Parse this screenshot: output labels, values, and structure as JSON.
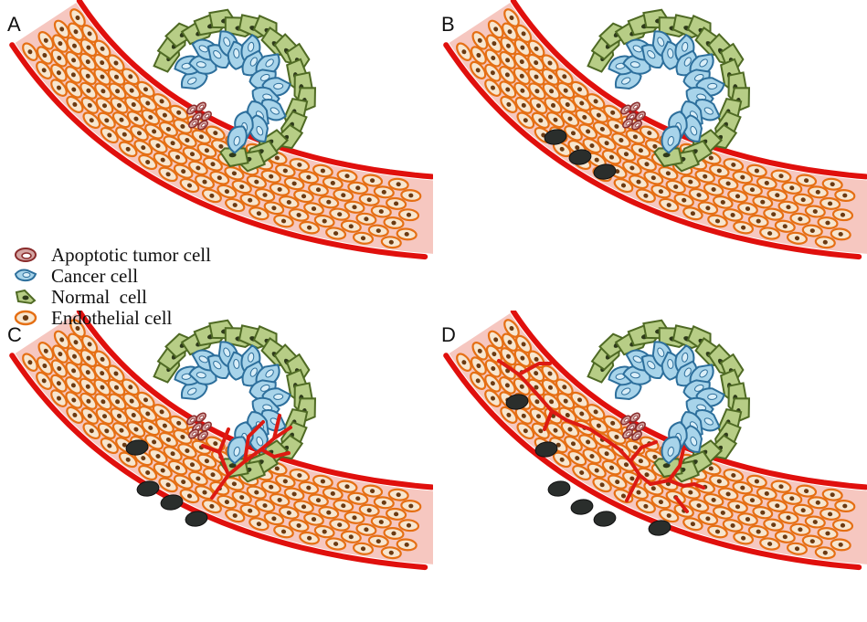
{
  "panels": [
    {
      "id": "a",
      "label": "A",
      "activated_cells": [],
      "sprouts": []
    },
    {
      "id": "b",
      "label": "B",
      "activated_cells": [
        [
          608,
          150,
          -10
        ],
        [
          635,
          172,
          -10
        ],
        [
          662,
          188,
          -10
        ]
      ],
      "sprouts": []
    },
    {
      "id": "c",
      "label": "C",
      "activated_cells": [
        [
          150,
          490,
          -10
        ],
        [
          162,
          535,
          -10
        ],
        [
          188,
          550,
          -10
        ],
        [
          215,
          568,
          -10
        ]
      ],
      "sprouts": [
        "M 232 545 L 250 520 L 268 505 L 286 492 L 300 480 L 318 468",
        "M 250 520 L 240 495 L 250 470",
        "M 268 505 L 272 478 L 288 462",
        "M 286 492 L 300 500 L 316 496",
        "M 240 495 L 222 488",
        "M 300 480 L 306 455"
      ]
    },
    {
      "id": "d",
      "label": "D",
      "activated_cells": [
        [
          566,
          440,
          -10
        ],
        [
          598,
          492,
          -10
        ],
        [
          612,
          535,
          -10
        ],
        [
          637,
          555,
          -10
        ],
        [
          662,
          568,
          -10
        ],
        [
          722,
          578,
          -10
        ]
      ],
      "sprouts": [
        "M 546 395 L 568 410 L 582 425",
        "M 568 410 L 590 398 L 602 398",
        "M 582 425 L 604 450 L 620 460",
        "M 604 450 L 596 470",
        "M 620 460 L 646 470 L 664 482",
        "M 664 482 L 678 492 L 690 505 L 700 520 L 712 530",
        "M 690 505 L 702 490 L 718 484",
        "M 700 520 L 690 540 L 686 548",
        "M 712 530 L 732 526 L 748 532",
        "M 732 526 L 744 510 L 748 492",
        "M 748 532 L 760 530 L 770 534",
        "M 740 545 L 752 560"
      ]
    }
  ],
  "legend": [
    {
      "icon": "apoptotic-tumor-cell-icon",
      "label": "Apoptotic tumor cell"
    },
    {
      "icon": "cancer-cell-icon",
      "label": "Cancer cell"
    },
    {
      "icon": "normal-cell-icon",
      "label": "Normal  cell"
    },
    {
      "icon": "endothelial-cell-icon",
      "label": "Endothelial cell"
    }
  ],
  "colors": {
    "vessel_wall": "#e0100d",
    "vessel_lumen": "#f6c7c0",
    "endothelial_fill": "#f7e6cf",
    "endothelial_stroke": "#e56f14",
    "cancer_fill": "#a8d4ea",
    "cancer_stroke": "#2d6f9c",
    "normal_fill": "#b7cd86",
    "normal_stroke": "#4f6a24",
    "apoptotic_fill": "#d4a6a3",
    "apoptotic_stroke": "#8a2b2b",
    "activated_cell": "#2a2e2c",
    "sprout": "#dd1a12"
  }
}
